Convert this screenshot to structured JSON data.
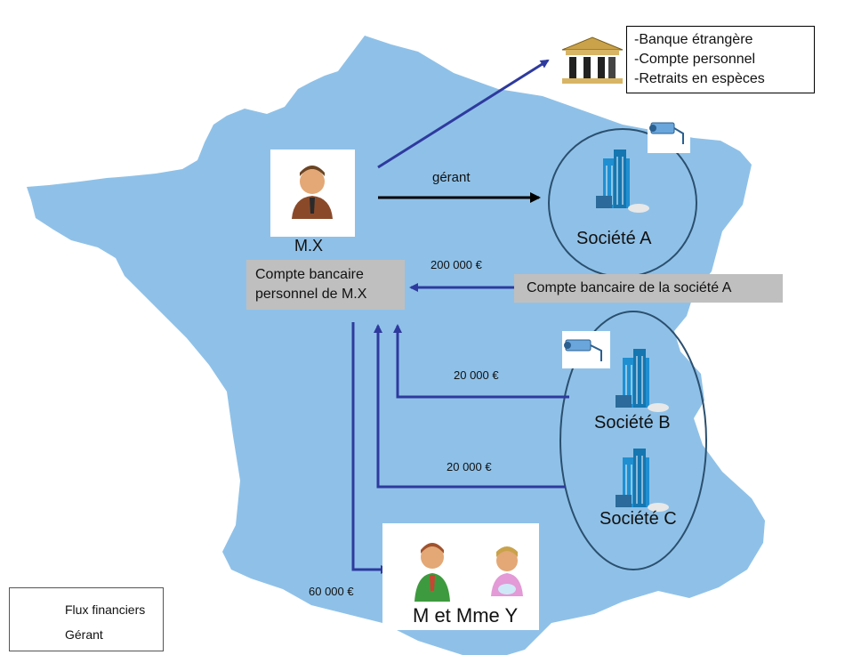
{
  "nodes": {
    "mx": {
      "name": "M.X"
    },
    "bank_account_mx": {
      "line1": "Compte bancaire",
      "line2": "personnel de M.X"
    },
    "bank_account_a": {
      "label": "Compte bancaire de la société A"
    },
    "societe_a": {
      "label": "Société A"
    },
    "societe_b": {
      "label": "Société B"
    },
    "societe_c": {
      "label": "Société C"
    },
    "couple": {
      "label": "M et Mme Y"
    },
    "foreign_bank": {
      "lines": [
        "-Banque étrangère",
        "-Compte personnel",
        "-Retraits en espèces"
      ]
    }
  },
  "edges": {
    "gerant": "gérant",
    "flow_a": "200 000 €",
    "flow_b": "20 000 €",
    "flow_c": "20 000 €",
    "flow_y": "60 000 €"
  },
  "legend": {
    "financial": "Flux financiers",
    "manager": "Gérant"
  },
  "colors": {
    "map": "#8fc1e8",
    "financial_arrow": "#2e3a9e",
    "manager_arrow": "#000000",
    "grey_box": "#bfbfbf",
    "ellipse": "#2b4f6e"
  }
}
